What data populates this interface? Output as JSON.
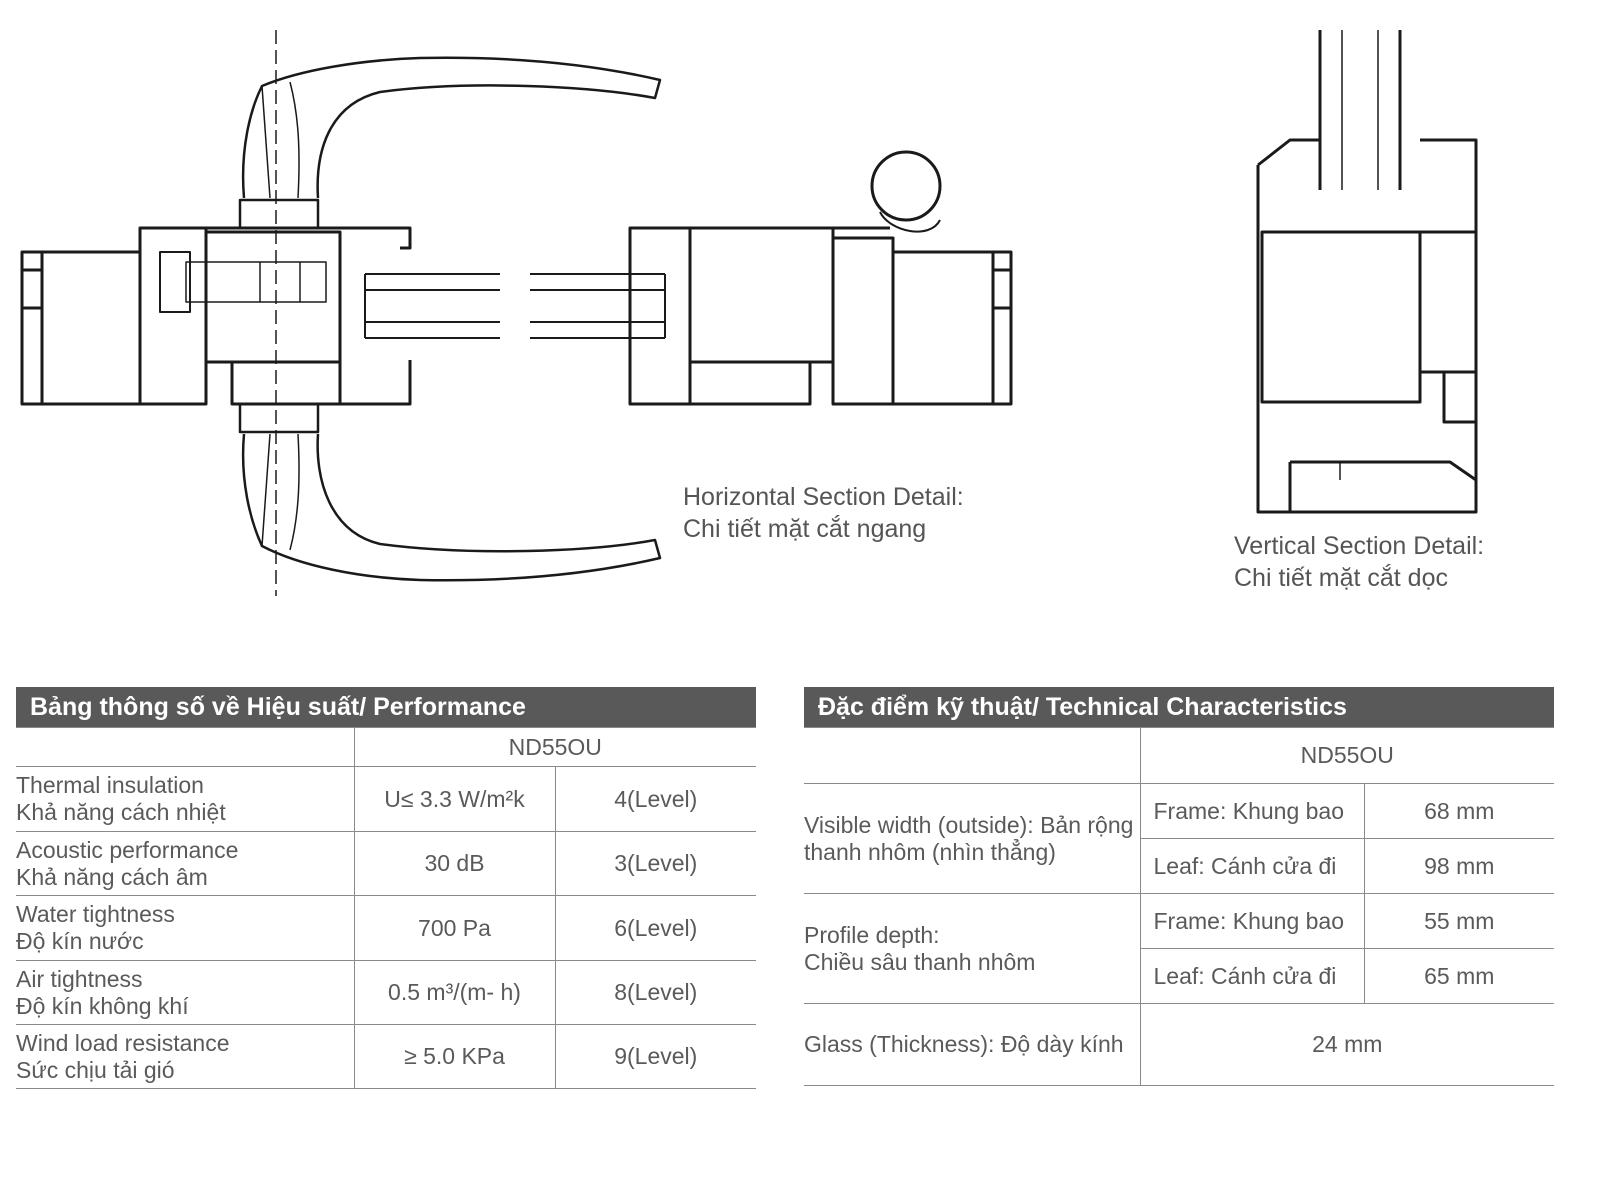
{
  "captions": {
    "horizontal": {
      "line1": "Horizontal Section Detail:",
      "line2": "Chi tiết mặt cắt ngang"
    },
    "vertical": {
      "line1": "Vertical Section Detail:",
      "line2": "Chi tiết mặt cắt dọc"
    }
  },
  "performance": {
    "title": "Bảng thông số về Hiệu suất/ Performance",
    "model": "ND55OU",
    "rows": [
      {
        "en": "Thermal insulation",
        "vi": "Khả năng cách nhiệt",
        "value": "U≤ 3.3 W/m²k",
        "level": "4(Level)"
      },
      {
        "en": "Acoustic performance",
        "vi": "Khả năng cách âm",
        "value": "30 dB",
        "level": "3(Level)"
      },
      {
        "en": "Water tightness",
        "vi": "Độ kín nước",
        "value": "700 Pa",
        "level": "6(Level)"
      },
      {
        "en": "Air tightness",
        "vi": "Độ kín không khí",
        "value": "0.5 m³/(m- h)",
        "level": "8(Level)"
      },
      {
        "en": "Wind load resistance",
        "vi": "Sức chịu tải gió",
        "value": "≥ 5.0 KPa",
        "level": "9(Level)"
      }
    ]
  },
  "technical": {
    "title": "Đặc điểm kỹ thuật/ Technical Characteristics",
    "model": "ND55OU",
    "visible_width": {
      "label1": "Visible width (outside): Bản rộng",
      "label2": "thanh nhôm (nhìn thẳng)",
      "frame_label": "Frame: Khung bao",
      "frame_value": "68 mm",
      "leaf_label": "Leaf: Cánh cửa đi",
      "leaf_value": "98 mm"
    },
    "profile_depth": {
      "label1": "Profile depth:",
      "label2": "Chiều sâu thanh nhôm",
      "frame_label": "Frame: Khung bao",
      "frame_value": "55 mm",
      "leaf_label": "Leaf: Cánh cửa đi",
      "leaf_value": "65 mm"
    },
    "glass": {
      "label": "Glass (Thickness): Độ dày kính",
      "value": "24 mm"
    }
  }
}
